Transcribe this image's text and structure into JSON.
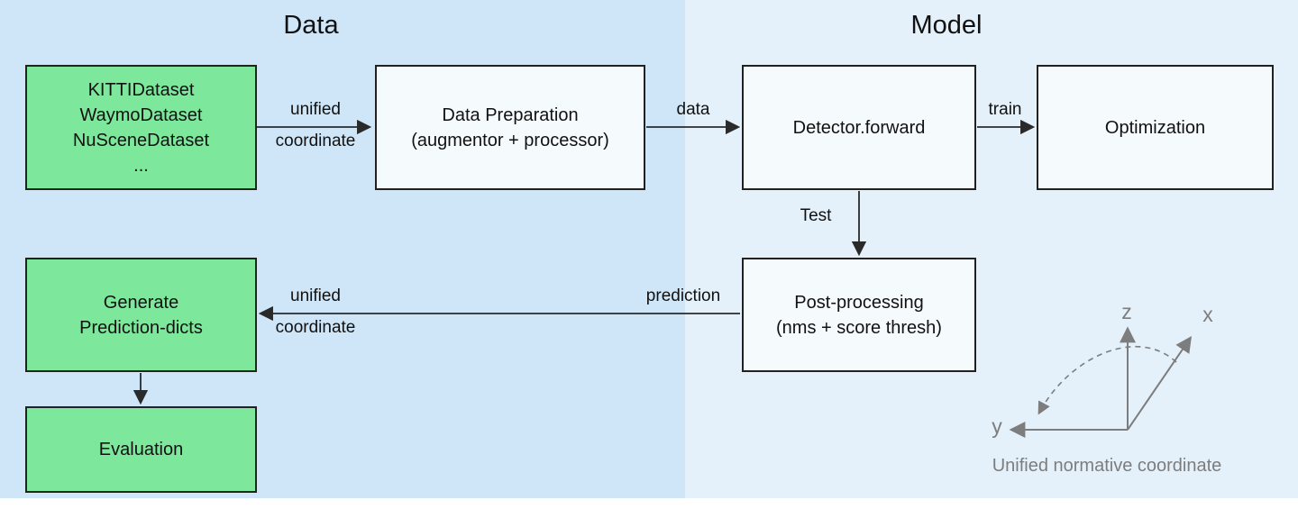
{
  "sections": {
    "data": {
      "title": "Data"
    },
    "model": {
      "title": "Model"
    }
  },
  "boxes": {
    "datasets": {
      "lines": [
        "KITTIDataset",
        "WaymoDataset",
        "NuSceneDataset",
        "..."
      ]
    },
    "data_preparation": {
      "lines": [
        "Data Preparation",
        "(augmentor + processor)"
      ]
    },
    "detector_forward": {
      "lines": [
        "Detector.forward"
      ]
    },
    "optimization": {
      "lines": [
        "Optimization"
      ]
    },
    "post_processing": {
      "lines": [
        "Post-processing",
        "(nms + score thresh)"
      ]
    },
    "generate_prediction": {
      "lines": [
        "Generate",
        "Prediction-dicts"
      ]
    },
    "evaluation": {
      "lines": [
        "Evaluation"
      ]
    }
  },
  "arrows": {
    "datasets_to_prep": {
      "label_line1": "unified",
      "label_line2": "coordinate"
    },
    "prep_to_detector": {
      "label": "data"
    },
    "detector_to_optimization": {
      "label": "train"
    },
    "detector_to_postprocessing": {
      "label": "Test"
    },
    "postprocessing_to_generate": {
      "label_right": "prediction",
      "label_line1": "unified",
      "label_line2": "coordinate"
    }
  },
  "axes": {
    "z_label": "z",
    "x_label": "x",
    "y_label": "y",
    "caption": "Unified normative coordinate"
  },
  "colors": {
    "data_bg": "#cfe6f8",
    "model_bg": "#e4f1fb",
    "green_fill": "#7de89c",
    "box_fill": "#f5fafd",
    "border": "#212121",
    "arrow": "#2a2a2a",
    "axis": "#7d7d7d"
  }
}
